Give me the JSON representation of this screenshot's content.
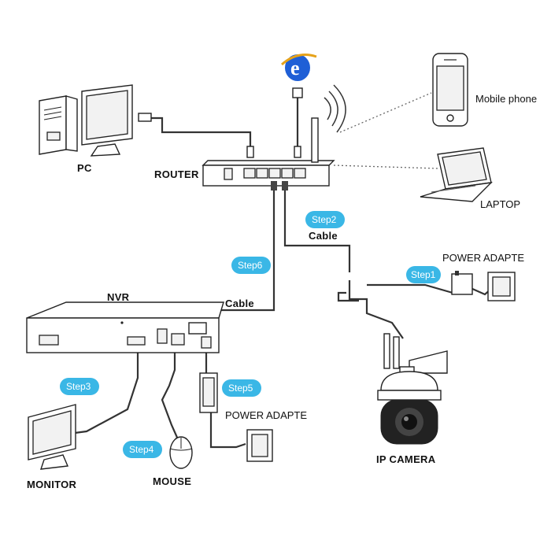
{
  "labels": {
    "pc": "PC",
    "router": "ROUTER",
    "mobile_phone": "Mobile phone",
    "laptop": "LAPTOP",
    "nvr": "NVR",
    "cable_top": "Cable",
    "cable_nvr": "Cable",
    "power_adapter_camera": "POWER ADAPTE",
    "power_adapter_nvr": "POWER ADAPTE",
    "monitor": "MONITOR",
    "mouse": "MOUSE",
    "ip_camera": "IP  CAMERA"
  },
  "steps": {
    "step1": "Step1",
    "step2": "Step2",
    "step3": "Step3",
    "step4": "Step4",
    "step5": "Step5",
    "step6": "Step6"
  },
  "colors": {
    "step_badge": "#3ab7e6",
    "ie_logo": "#1f5fd6",
    "line": "#222222"
  },
  "icons": {
    "browser": "internet-explorer-icon"
  }
}
